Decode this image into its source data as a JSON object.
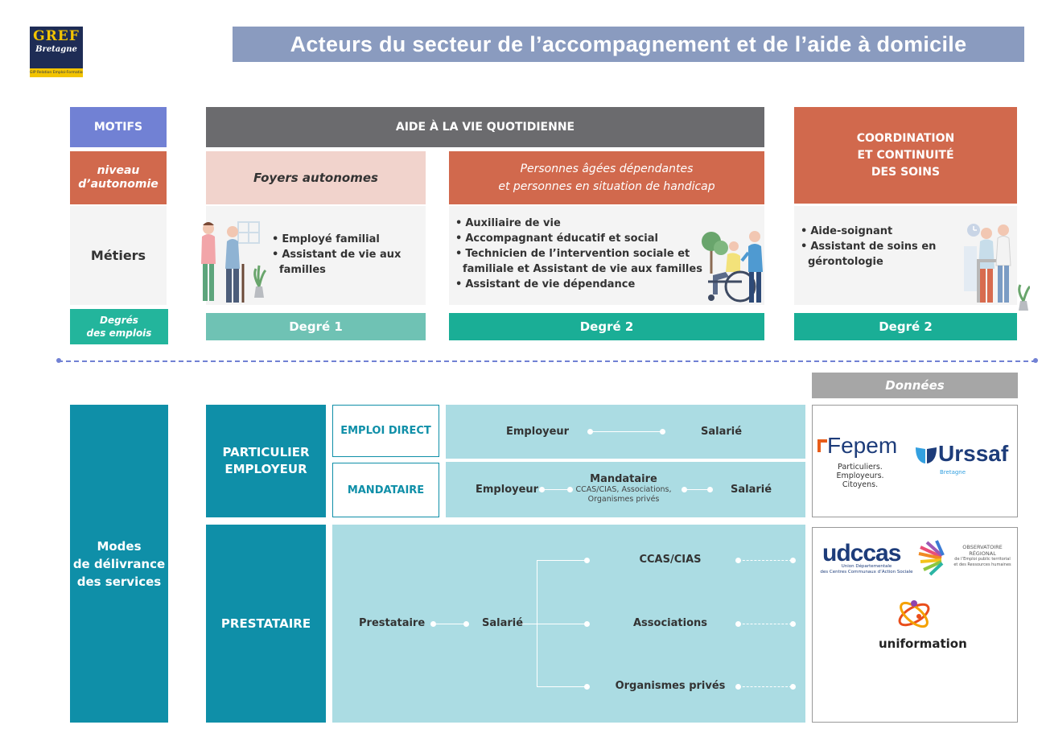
{
  "logo": {
    "name": "GREF",
    "region": "Bretagne",
    "tagline": "GIP Relation Emploi-Formation"
  },
  "title": "Acteurs du secteur de l’accompagnement et de l’aide à domicile",
  "top": {
    "motifs": "MOTIFS",
    "niveau": [
      "niveau",
      "d’autonomie"
    ],
    "metiers": "Métiers",
    "degres": [
      "Degrés",
      "des emplois"
    ],
    "aide": "AIDE À LA VIE QUOTIDIENNE",
    "coordination": [
      "COORDINATION",
      "ET CONTINUITÉ",
      "DES SOINS"
    ],
    "foyers": "Foyers autonomes",
    "personnes": [
      "Personnes âgées dépendantes",
      "et personnes en situation de handicap"
    ],
    "metiers_col1": [
      "Employé familial",
      "Assistant de vie aux familles"
    ],
    "metiers_col2": [
      "Auxiliaire de vie",
      "Accompagnant éducatif et social",
      "Technicien de l’intervention sociale et familiale et Assistant de vie aux familles",
      "Assistant de vie dépendance"
    ],
    "metiers_col3": [
      "Aide-soignant",
      "Assistant de soins en gérontologie"
    ],
    "degre1": "Degré 1",
    "degre2a": "Degré 2",
    "degre2b": "Degré 2"
  },
  "bottom": {
    "modes": [
      "Modes",
      "de délivrance",
      "des services"
    ],
    "particulier": [
      "PARTICULIER",
      "EMPLOYEUR"
    ],
    "prestataire": "PRESTATAIRE",
    "emploi_direct": "EMPLOI DIRECT",
    "mandataire": "MANDATAIRE",
    "row1": {
      "left": "Employeur",
      "right": "Salarié"
    },
    "row2": {
      "left": "Employeur",
      "middle_title": "Mandataire",
      "middle_sub": [
        "CCAS/CIAS, Associations,",
        "Organismes privés"
      ],
      "right": "Salarié"
    },
    "presta": {
      "left": "Prestataire",
      "middle": "Salarié",
      "branches": [
        "CCAS/CIAS",
        "Associations",
        "Organismes privés"
      ]
    }
  },
  "donnees": {
    "label": "Données",
    "fepem": {
      "name": "Fepem",
      "tagline": [
        "Particuliers. Employeurs.",
        "Citoyens."
      ]
    },
    "urssaf": {
      "name": "Urssaf",
      "region": "Bretagne"
    },
    "udccas": {
      "name": "udccas",
      "tagline": [
        "Union Départementale",
        "des Centres Communaux d’Action Sociale"
      ]
    },
    "observatoire": {
      "lines": [
        "OBSERVATOIRE",
        "RÉGIONAL",
        "de l’Emploi public territorial",
        "et des Ressources humaines"
      ]
    },
    "uniformation": "uniformation"
  },
  "colors": {
    "accent_blue": "#7181d4",
    "orange": "#d1694d",
    "teal": "#1aae96",
    "petrol": "#0f8fa8",
    "cyan": "#abdce3"
  }
}
